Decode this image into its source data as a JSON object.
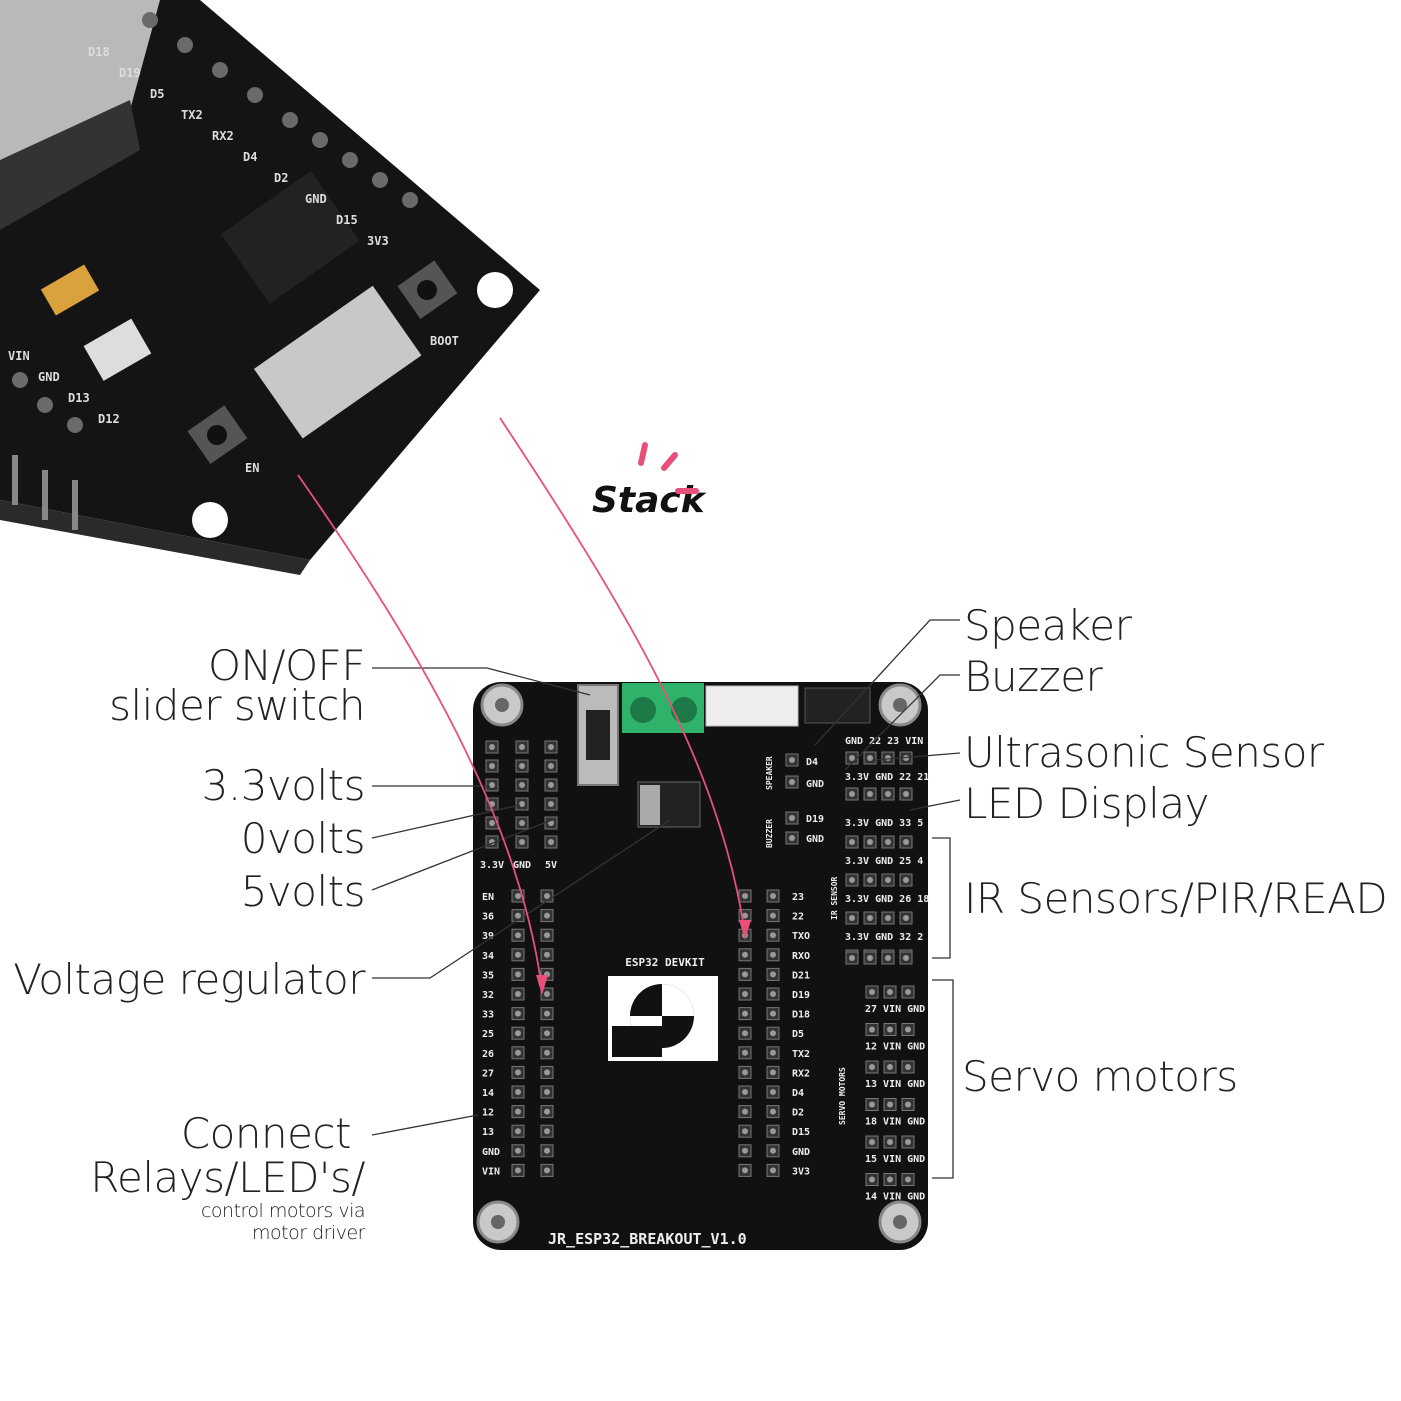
{
  "logo": {
    "text": "Stack",
    "accent": "#e8507a"
  },
  "esp32_module": {
    "silkscreen": [
      "D18",
      "D19",
      "D5",
      "TX2",
      "RX2",
      "D4",
      "D2",
      "GND",
      "D15",
      "3V3",
      "BOOT",
      "EN",
      "VIN",
      "GND",
      "D13",
      "D12"
    ]
  },
  "board": {
    "name": "JR_ESP32_BREAKOUT_V1.0",
    "devkit_label": "ESP32 DEVKIT",
    "power_header_labels": [
      "3.3V",
      "GND",
      "5V"
    ],
    "left_pins": [
      "EN",
      "36",
      "39",
      "34",
      "35",
      "32",
      "33",
      "25",
      "26",
      "27",
      "14",
      "12",
      "13",
      "GND",
      "VIN"
    ],
    "right_pins": [
      "23",
      "22",
      "TXO",
      "RXO",
      "D21",
      "D19",
      "D18",
      "D5",
      "TX2",
      "RX2",
      "D4",
      "D2",
      "D15",
      "GND",
      "3V3"
    ],
    "speaker_label": "SPEAKER",
    "buzzer_label": "BUZZER",
    "speaker_pins": [
      "D4",
      "GND"
    ],
    "buzzer_pins": [
      "D19",
      "GND"
    ],
    "ultrasonic_rows": [
      "GND 22 23 VIN",
      "3.3V GND 22 21"
    ],
    "ir_rows": [
      "3.3V GND 33 5",
      "3.3V GND 25 4",
      "3.3V GND 26 18",
      "3.3V GND 32 2"
    ],
    "ir_label": "IR SENSOR",
    "servo_rows": [
      "27 VIN GND",
      "12 VIN GND",
      "13 VIN GND",
      "18 VIN GND",
      "15 VIN GND",
      "14 VIN GND"
    ],
    "servo_label": "SERVO MOTORS",
    "colors": {
      "pcb": "#111111",
      "terminal": "#2fb36b",
      "arrow": "#e8507a"
    }
  },
  "annotations": {
    "left": [
      {
        "id": "switch",
        "lines": [
          "ON/OFF",
          "slider switch"
        ]
      },
      {
        "id": "v33",
        "lines": [
          "3.3volts"
        ]
      },
      {
        "id": "v0",
        "lines": [
          "0volts"
        ]
      },
      {
        "id": "v5",
        "lines": [
          "5volts"
        ]
      },
      {
        "id": "regulator",
        "lines": [
          "Voltage regulator"
        ]
      },
      {
        "id": "relays",
        "lines": [
          "Connect",
          "Relays/LED's/"
        ],
        "sub": [
          "control motors via",
          "motor driver"
        ]
      }
    ],
    "right": [
      {
        "id": "speaker",
        "text": "Speaker"
      },
      {
        "id": "buzzer",
        "text": "Buzzer"
      },
      {
        "id": "ultrasonic",
        "text": "Ultrasonic Sensor"
      },
      {
        "id": "led",
        "text": "LED Display"
      },
      {
        "id": "ir",
        "text": "IR Sensors/PIR/READ"
      },
      {
        "id": "servo",
        "text": "Servo motors"
      }
    ]
  }
}
